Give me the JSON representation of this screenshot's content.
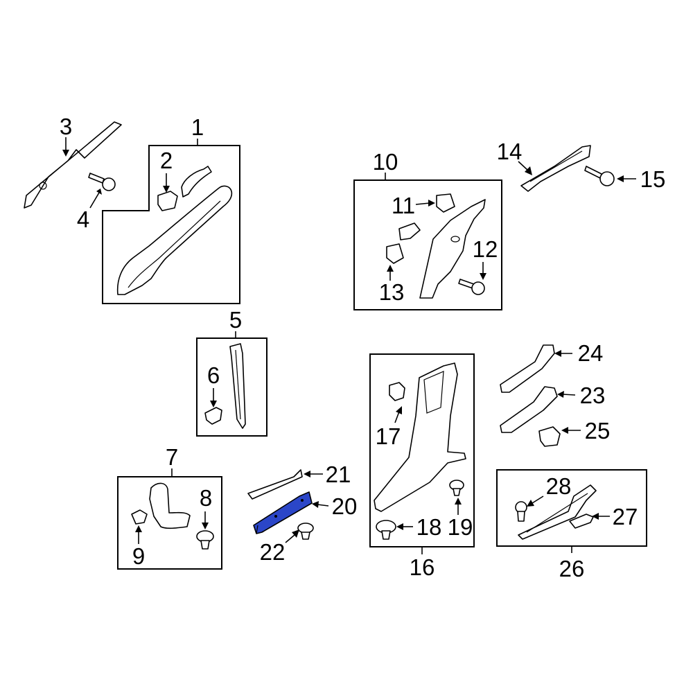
{
  "highlight_color": "#2b46c8",
  "highlighted_part": "20",
  "labels": {
    "p1": "1",
    "p2": "2",
    "p3": "3",
    "p4": "4",
    "p5": "5",
    "p6": "6",
    "p7": "7",
    "p8": "8",
    "p9": "9",
    "p10": "10",
    "p11": "11",
    "p12": "12",
    "p13": "13",
    "p14": "14",
    "p15": "15",
    "p16": "16",
    "p17": "17",
    "p18": "18",
    "p19": "19",
    "p20": "20",
    "p21": "21",
    "p22": "22",
    "p23": "23",
    "p24": "24",
    "p25": "25",
    "p26": "26",
    "p27": "27",
    "p28": "28"
  }
}
